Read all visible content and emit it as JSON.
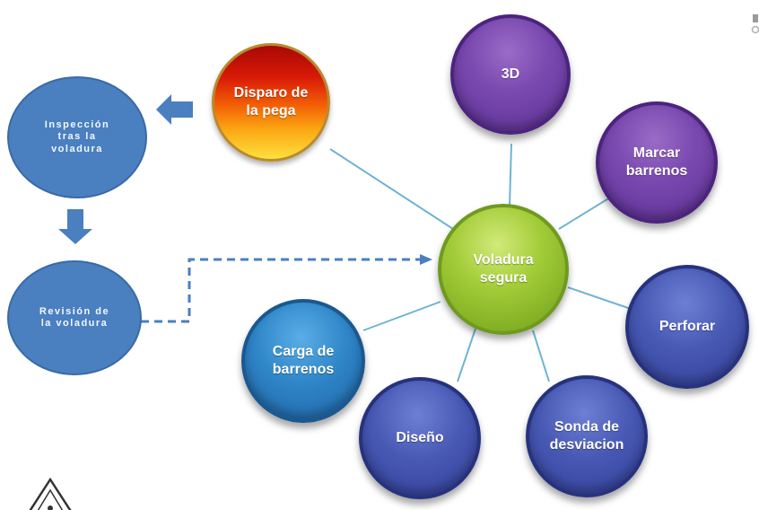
{
  "nodes": {
    "center": "Voladura segura",
    "d3": "3D",
    "marcar": "Marcar barrenos",
    "perforar": "Perforar",
    "sonda": "Sonda de desviacion",
    "diseno": "Diseño",
    "carga": "Carga de barrenos",
    "disparo": "Disparo de la pega",
    "inspeccion": "Inspección tras la voladura",
    "revision": "Revisión de la voladura"
  },
  "colors": {
    "connector": "#6fb3d2",
    "flow_arrow": "#4a7fc0",
    "flat_node": "#4a7fc0"
  },
  "icons": {
    "warning": "warning-triangle-icon"
  }
}
